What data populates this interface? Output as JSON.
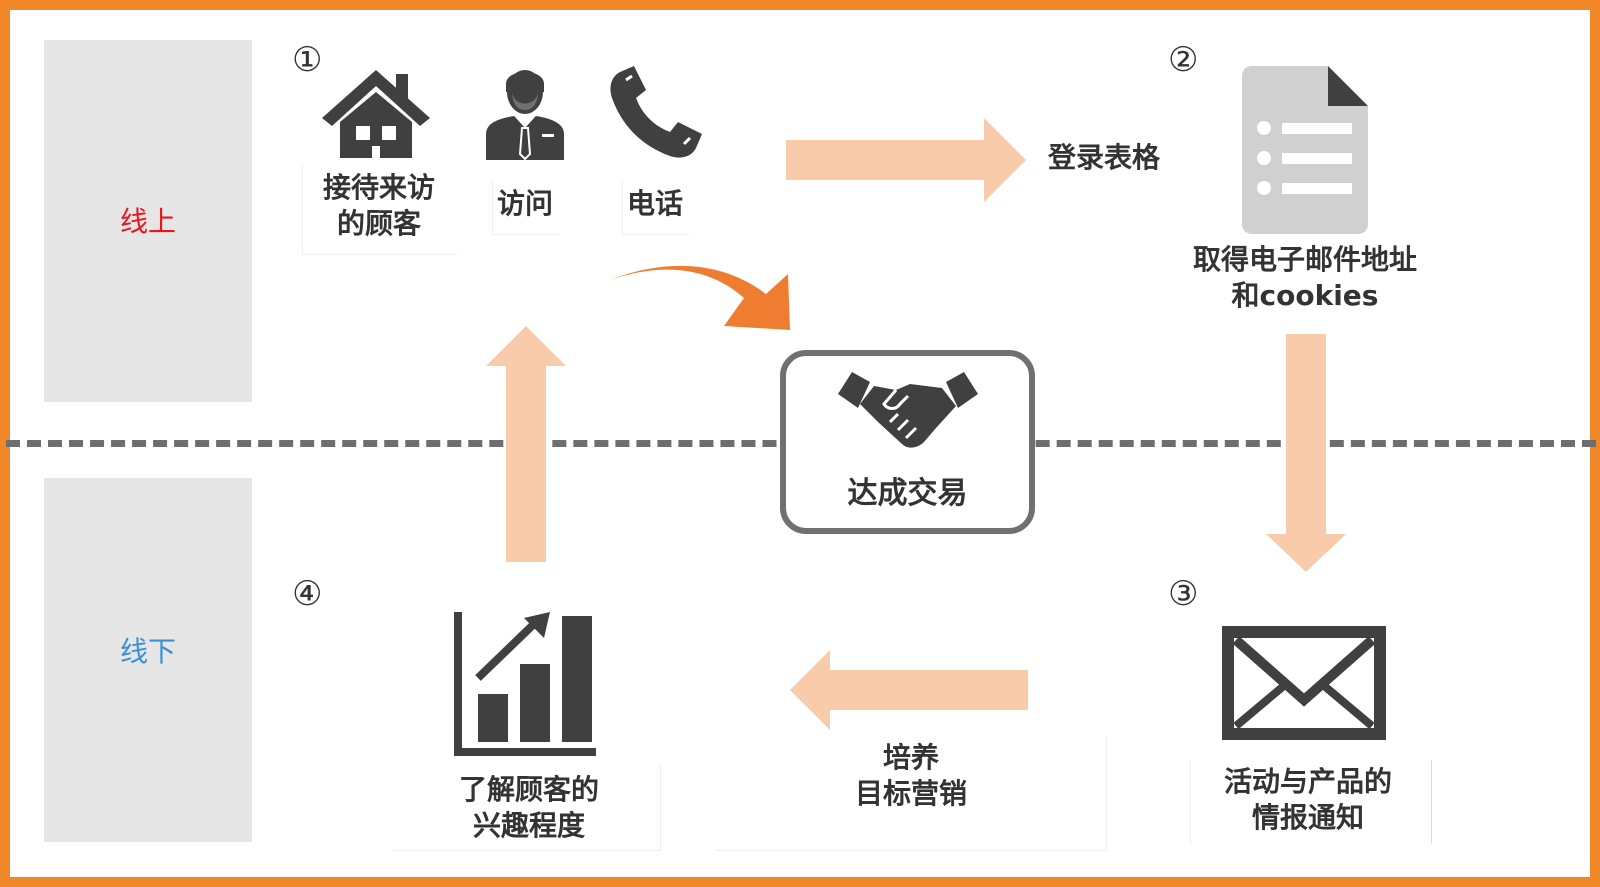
{
  "sections": {
    "online": {
      "label": "线上",
      "color": "#e8161e"
    },
    "offline": {
      "label": "线下",
      "color": "#3b8fd6"
    }
  },
  "steps": {
    "step1": {
      "marker": "①",
      "items": [
        {
          "icon": "house-icon",
          "label": "接待来访\n的顾客"
        },
        {
          "icon": "businessman-icon",
          "label": "访问"
        },
        {
          "icon": "phone-icon",
          "label": "电话"
        }
      ]
    },
    "step2": {
      "marker": "②",
      "action": "登录表格",
      "icon": "form-document-icon",
      "label": "取得电子邮件地址\n和cookies"
    },
    "step3": {
      "marker": "③",
      "icon": "envelope-icon",
      "label": "活动与产品的\n情报通知",
      "action": "培养\n目标营销"
    },
    "step4": {
      "marker": "④",
      "icon": "growth-chart-icon",
      "label": "了解顾客的\n兴趣程度"
    }
  },
  "deal": {
    "icon": "handshake-icon",
    "label": "达成交易"
  },
  "colors": {
    "frame": "#f0882a",
    "flow_arrow": "#f8cbab",
    "curved_arrow": "#ee7d31",
    "icon": "#404040",
    "divider": "#6e6e6e",
    "section_bg": "#e6e6e6"
  }
}
